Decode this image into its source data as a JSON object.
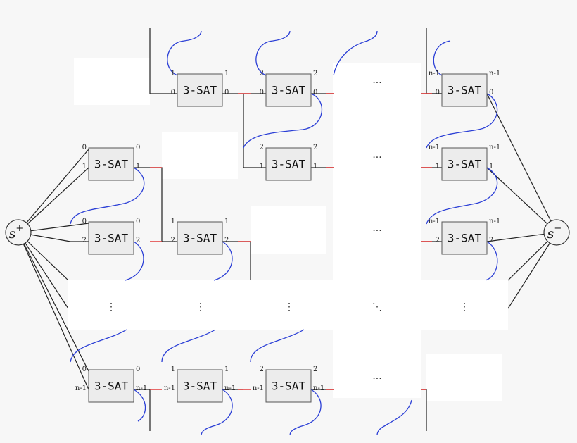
{
  "block_label": "3-SAT",
  "source": {
    "base": "s",
    "sup": "+"
  },
  "sink": {
    "base": "s",
    "sup": "−"
  },
  "ellipsis": {
    "horizontal": "···",
    "vertical": "⋮",
    "diagonal": "⋱"
  },
  "ports": {
    "r1c1": [
      "1",
      "1",
      "0",
      "0"
    ],
    "r1c2": [
      "2",
      "2",
      "0",
      "0"
    ],
    "r1cn": [
      "n-1",
      "n-1",
      "0",
      "0"
    ],
    "r2c0": [
      "0",
      "0",
      "1",
      "1"
    ],
    "r2c2": [
      "2",
      "2",
      "1",
      "1"
    ],
    "r2cn": [
      "n-1",
      "n-1",
      "1",
      "1"
    ],
    "r3c0": [
      "0",
      "0",
      "2",
      "2"
    ],
    "r3c1": [
      "1",
      "1",
      "2",
      "2"
    ],
    "r3cn": [
      "n-1",
      "n-1",
      "2",
      "2"
    ],
    "r5c0": [
      "0",
      "0",
      "n-1",
      "n-1"
    ],
    "r5c1": [
      "1",
      "1",
      "n-1",
      "n-1"
    ],
    "r5c2": [
      "2",
      "2",
      "n-1",
      "n-1"
    ]
  }
}
